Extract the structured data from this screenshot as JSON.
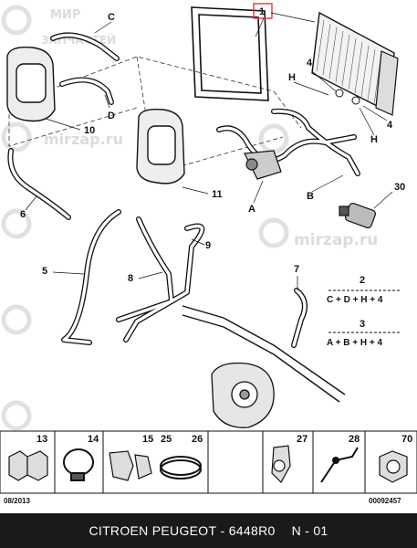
{
  "callouts": {
    "c1": "1",
    "c4a": "4",
    "c4b": "4",
    "cH1": "H",
    "cH2": "H",
    "cC": "C",
    "cD": "D",
    "c10": "10",
    "c11": "11",
    "c6": "6",
    "cA": "A",
    "cB": "B",
    "c30": "30",
    "c9": "9",
    "c8": "8",
    "c5": "5",
    "c7": "7",
    "c2": "2",
    "c3": "3"
  },
  "formulas": {
    "f2": "C + D + H + 4",
    "f3": "A + B + H + 4"
  },
  "parts_row": {
    "p13": "13",
    "p14": "14",
    "p15": "15",
    "p25": "25",
    "p26": "26",
    "p27": "27",
    "p28": "28",
    "p70": "70"
  },
  "meta": {
    "date_code": "08/2013",
    "ref_code": "00092457"
  },
  "watermark": {
    "logo_line1": "МИР",
    "logo_line2": "ЗАПЧАСТЕЙ",
    "site": "mirzap.ru"
  },
  "footer": {
    "brand": "CITROEN PEUGEOT",
    "dash": "-",
    "part_number": "6448R0",
    "page": "N - 01"
  }
}
